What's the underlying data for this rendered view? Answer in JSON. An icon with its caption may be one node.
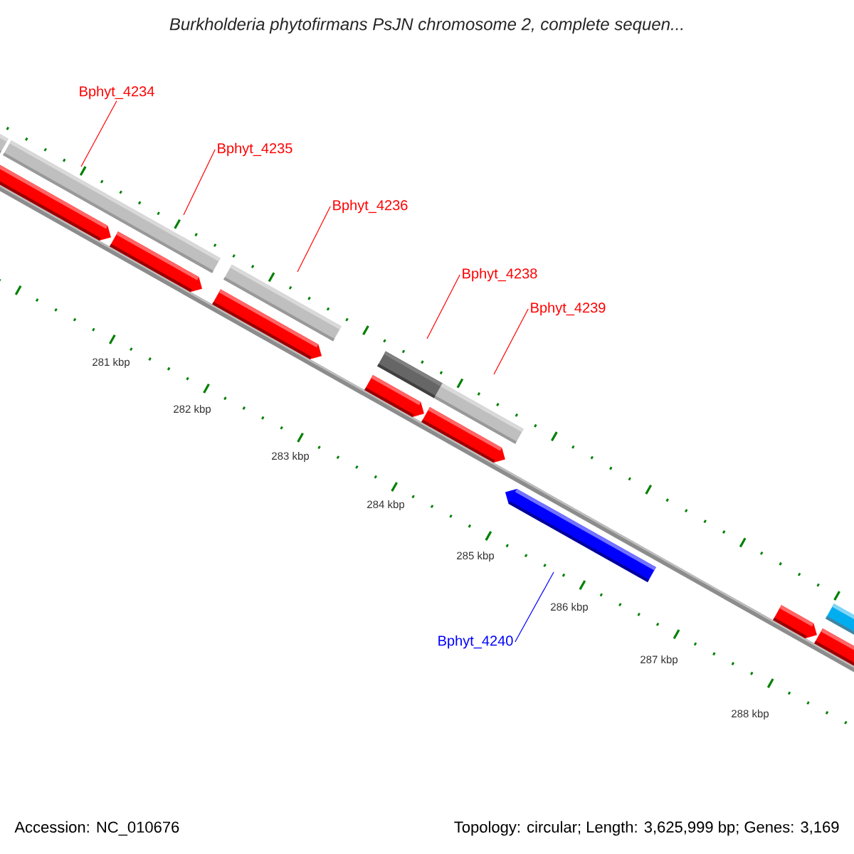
{
  "diagram": {
    "title": "Burkholderia phytofirmans PsJN chromosome 2, complete sequen...",
    "nodes": [
      {
        "text": [
          "Bphyt_4234"
        ]
      },
      {
        "text": [
          "Bphyt_4235"
        ]
      },
      {
        "text": [
          "Bphyt_4236"
        ]
      },
      {
        "text": [
          "Bphyt_4238"
        ]
      },
      {
        "text": [
          "Bphyt_4239"
        ]
      },
      {
        "text": [
          "Bphyt_4240"
        ]
      }
    ],
    "edges": [
      {
        "from": 0,
        "to": null,
        "arrow": "none"
      },
      {
        "from": 1,
        "to": null,
        "arrow": "none"
      },
      {
        "from": 2,
        "to": null,
        "arrow": "none"
      },
      {
        "from": 3,
        "to": null,
        "arrow": "none"
      },
      {
        "from": 4,
        "to": null,
        "arrow": "none"
      },
      {
        "from": 5,
        "to": null,
        "arrow": "none",
        "color": "#0000ff"
      }
    ],
    "labels": [
      "281 kbp",
      "282 kbp",
      "283 kbp",
      "284 kbp",
      "285 kbp",
      "286 kbp",
      "287 kbp",
      "288 kbp",
      "Accession: NC_010676",
      "Topology: circular; Length: 3,625,999 bp; Genes: 3,169"
    ]
  }
}
